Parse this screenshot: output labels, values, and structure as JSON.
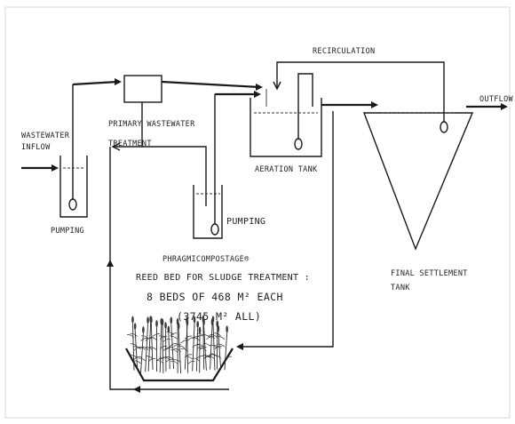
{
  "labels": {
    "recirculation": "RECIRCULATION",
    "outflow": "OUTFLOW",
    "wastewater": "WASTEWATER",
    "inflow": "INFLOW",
    "pumping_1": "PUMPING",
    "primary_line1": "PRIMARY WASTEWATER",
    "primary_line2": "TREATMENT",
    "aeration_tank": "AERATION TANK",
    "pumping_2": "PUMPING",
    "reed_line1": "PHRAGMICOMPOSTAGE®",
    "reed_line2": "REED BED FOR SLUDGE TREATMENT :",
    "reed_line3": "8 BEDS OF 468 M² EACH",
    "reed_line4": "(3745 M² ALL)",
    "final_line1": "FINAL SETTLEMENT",
    "final_line2": "TANK"
  }
}
